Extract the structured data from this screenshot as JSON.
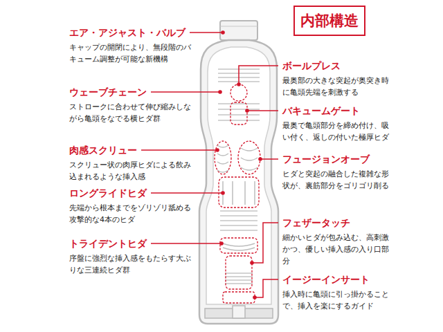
{
  "diagram": {
    "title": "内部構造",
    "labels": [
      "エア・アジャスト・バルブ",
      "キャップの開閉により、無段階のバキューム調整が可能な新機構",
      "ウェーブチェーン",
      "ストロークに合わせて伸び縮みしながら亀頭をなでる横ヒダ群",
      "肉感スクリュー",
      "スクリュー状の肉厚ヒダによる飲み込まれるような挿入感",
      "ロングライドヒダ",
      "先端から根本までをゾリゾリ舐める攻撃的な4本のヒダ",
      "トライデントヒダ",
      "序盤に強烈な挿入感をもたらす大ぶりな三連続ヒダ群",
      "ボールプレス",
      "最奥部の大きな突起が奥突き時に亀頭先端を刺激する",
      "バキュームゲート",
      "最奥で亀頭部分を締め付け、吸い付く、返しの付いた極厚ヒダ",
      "フュージョンオーブ",
      "ヒダと突起の融合した複雑な形状が、裏筋部分をゴリゴリ削る",
      "フェザータッチ",
      "細かいヒダが包み込む、高刺激かつ、優しい挿入感の入り口部分",
      "イージーインサート",
      "挿入時に亀頭に引っ掛かることで、挿入を楽にするガイド"
    ]
  }
}
